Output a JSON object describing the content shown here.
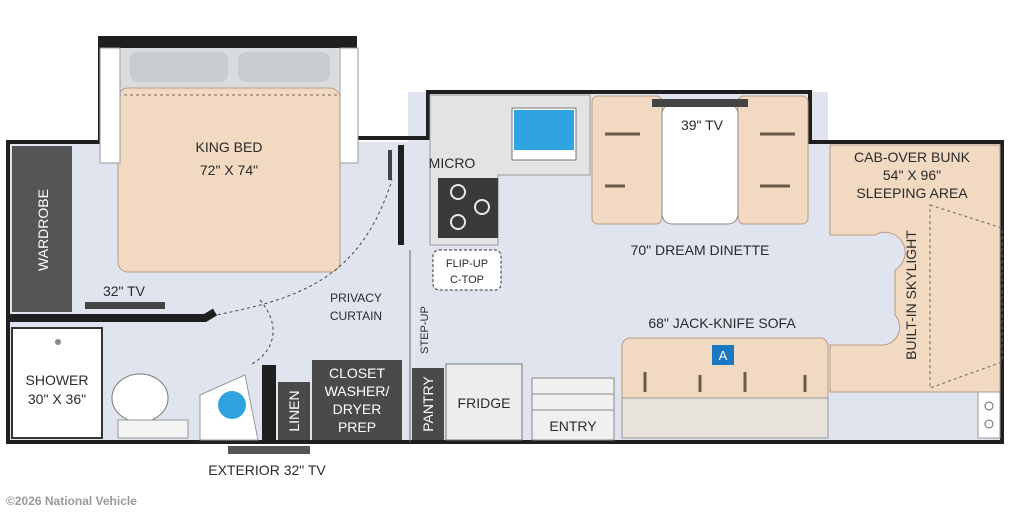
{
  "labels": {
    "king_bed_1": "KING BED",
    "king_bed_2": "72\" X 74\"",
    "wardrobe": "WARDROBE",
    "bedroom_tv": "32\" TV",
    "privacy_1": "PRIVACY",
    "privacy_2": "CURTAIN",
    "shower_1": "SHOWER",
    "shower_2": "30\" X 36\"",
    "linen": "LINEN",
    "closet_1": "CLOSET",
    "closet_2": "WASHER/",
    "closet_3": "DRYER",
    "closet_4": "PREP",
    "exterior_tv": "EXTERIOR 32\" TV",
    "micro": "MICRO",
    "flipup_1": "FLIP-UP",
    "flipup_2": "C-TOP",
    "step_up": "STEP-UP",
    "pantry": "PANTRY",
    "fridge": "FRIDGE",
    "entry": "ENTRY",
    "dinette_tv": "39\" TV",
    "dinette": "70\" DREAM DINETTE",
    "sofa": "68\" JACK-KNIFE SOFA",
    "sofa_marker": "A",
    "bunk_1": "CAB-OVER BUNK",
    "bunk_2": "54\" X 96\"",
    "bunk_3": "SLEEPING AREA",
    "skylight": "BUILT-IN SKYLIGHT"
  },
  "copyright": "©2026 National Vehicle",
  "colors": {
    "wall": "#1f1f1f",
    "floor": "#dfe4ef",
    "bed": "#f2d9c2",
    "counter": "#e3e3e3",
    "cabinet": "#4a4a4a",
    "sink": "#2ea3e0"
  }
}
